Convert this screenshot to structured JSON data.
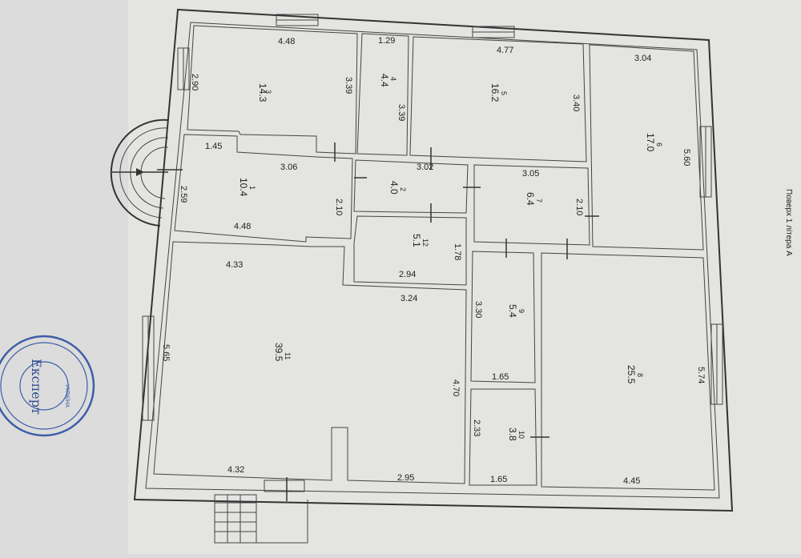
{
  "sheet": {
    "side_note": "Поверх 1 літера А",
    "stamp_text": "Експерт",
    "stamp_country": "УКРАЇНА"
  },
  "rooms": [
    {
      "id": "r1",
      "number": "1",
      "area": "10.4"
    },
    {
      "id": "r2",
      "number": "2",
      "area": "4.0"
    },
    {
      "id": "r3",
      "number": "3",
      "area": "14.3"
    },
    {
      "id": "r4",
      "number": "4",
      "area": "4.4"
    },
    {
      "id": "r5",
      "number": "5",
      "area": "16.2"
    },
    {
      "id": "r6",
      "number": "6",
      "area": "17.0"
    },
    {
      "id": "r7",
      "number": "7",
      "area": "6.4"
    },
    {
      "id": "r8",
      "number": "8",
      "area": "25.5"
    },
    {
      "id": "r9",
      "number": "9",
      "area": "5.4"
    },
    {
      "id": "r10",
      "number": "10",
      "area": "3.8"
    },
    {
      "id": "r11",
      "number": "11",
      "area": "39.5"
    },
    {
      "id": "r12",
      "number": "12",
      "area": "5.1"
    }
  ],
  "dimensions": [
    {
      "id": "d1",
      "text": "4.48"
    },
    {
      "id": "d2",
      "text": "2.90"
    },
    {
      "id": "d3",
      "text": "3.39"
    },
    {
      "id": "d4",
      "text": "1.29"
    },
    {
      "id": "d5",
      "text": "3.39"
    },
    {
      "id": "d6",
      "text": "4.77"
    },
    {
      "id": "d7",
      "text": "3.40"
    },
    {
      "id": "d8",
      "text": "3.04"
    },
    {
      "id": "d9",
      "text": "5.60"
    },
    {
      "id": "d10",
      "text": "1.45"
    },
    {
      "id": "d11",
      "text": "3.06"
    },
    {
      "id": "d12",
      "text": "2.59"
    },
    {
      "id": "d13",
      "text": "2.10"
    },
    {
      "id": "d14",
      "text": "4.48"
    },
    {
      "id": "d15",
      "text": "3.02"
    },
    {
      "id": "d16",
      "text": "3.05"
    },
    {
      "id": "d17",
      "text": "2.10"
    },
    {
      "id": "d18",
      "text": "1.78"
    },
    {
      "id": "d19",
      "text": "2.94"
    },
    {
      "id": "d20",
      "text": "4.33"
    },
    {
      "id": "d21",
      "text": "3.24"
    },
    {
      "id": "d22",
      "text": "3.30"
    },
    {
      "id": "d23",
      "text": "5.65"
    },
    {
      "id": "d24",
      "text": "4.70"
    },
    {
      "id": "d25",
      "text": "1.65"
    },
    {
      "id": "d26",
      "text": "5.74"
    },
    {
      "id": "d27",
      "text": "2.33"
    },
    {
      "id": "d28",
      "text": "4.32"
    },
    {
      "id": "d29",
      "text": "2.95"
    },
    {
      "id": "d30",
      "text": "1.65"
    },
    {
      "id": "d31",
      "text": "4.45"
    }
  ]
}
